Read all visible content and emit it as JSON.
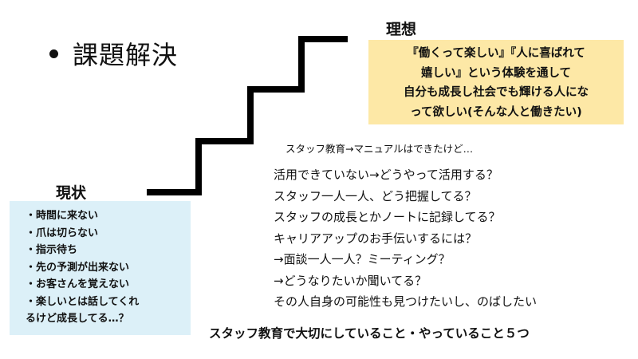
{
  "title": "課題解決",
  "ideal": {
    "label": "理想",
    "lines": [
      "『働くって楽しい』『人に喜ばれて",
      "嬉しい』という体験を通して",
      "自分も成長し社会でも輝ける人にな",
      "って欲しい(そんな人と働きたい)"
    ],
    "bg_color": "#fde8a6"
  },
  "current": {
    "label": "現状",
    "items": [
      "・時間に来ない",
      "・爪は切らない",
      "・指示待ち",
      "・先の予測が出来ない",
      "・お客さんを覚えない",
      "・楽しいとは話してくれ",
      "るけど成長してる…？"
    ],
    "bg_color": "#dcf0f8"
  },
  "manual_note": "スタッフ教育→マニュアルはできたけど…",
  "questions": [
    "活用できていない→どうやって活用する？",
    "スタッフ一人一人、どう把握してる？",
    "スタッフの成長とかノートに記録してる？",
    "キャリアアップのお手伝いするには？",
    "→面談一人一人？ミーティング？",
    "→どうなりたいか聞いてる？",
    "その人自身の可能性も見つけたいし、のばしたい"
  ],
  "footer": "スタッフ教育で大切にしていること・やっていること５つ"
}
